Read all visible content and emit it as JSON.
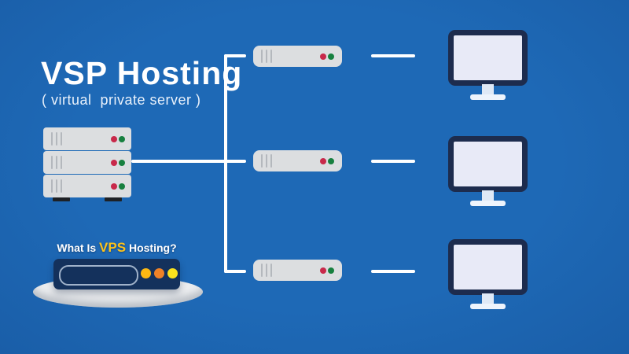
{
  "title": {
    "main": "VSP Hosting",
    "subtitle": "( virtual  private server )"
  },
  "promo_card": {
    "question_prefix": "What Is ",
    "question_highlight": "VPS",
    "question_suffix": " Hosting?"
  },
  "diagram": {
    "host_server": {
      "name": "main physical server rack",
      "units": 3,
      "status_leds": [
        "red",
        "green"
      ]
    },
    "vps_instances": [
      {
        "id": 1,
        "status_leds": [
          "red",
          "green"
        ]
      },
      {
        "id": 2,
        "status_leds": [
          "red",
          "green"
        ]
      },
      {
        "id": 3,
        "status_leds": [
          "red",
          "green"
        ]
      }
    ],
    "client_monitors": [
      {
        "id": 1
      },
      {
        "id": 2
      },
      {
        "id": 3
      }
    ]
  },
  "colors": {
    "background": "#1d66b2",
    "connection_line": "#ffffff",
    "server_body": "#dcdee0",
    "server_vent": "#b4b8bd",
    "led_red": "#c8294a",
    "led_green": "#17803f",
    "monitor_frame": "#1d2c4e",
    "monitor_screen": "#e8eaf7",
    "promo_card_bg": "#14315c",
    "highlight_yellow": "#fcc21b",
    "dot_amber": "#fcb813",
    "dot_orange": "#ef8227",
    "dot_yellow": "#fbe21d",
    "plate": "#eceef0"
  }
}
